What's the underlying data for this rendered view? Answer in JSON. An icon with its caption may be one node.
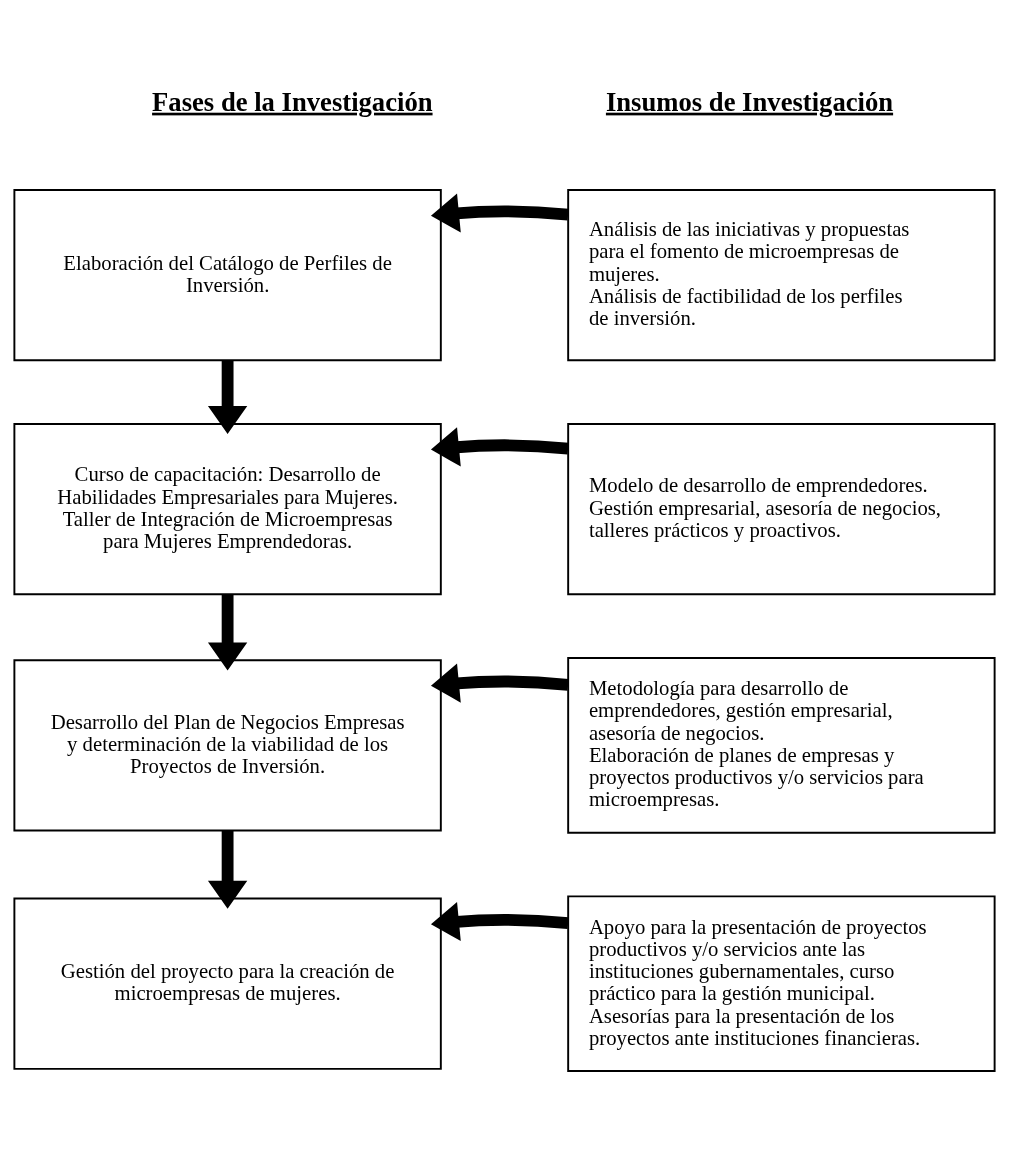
{
  "diagram": {
    "nodes": [
      {
        "text": [
          "Elaboración del Catálogo de Perfiles de Inversión."
        ]
      },
      {
        "text": [
          "Análisis de las iniciativas y propuestas para el fomento de microempresas de mujeres.",
          "Análisis de factibilidad de los perfiles de inversión."
        ]
      },
      {
        "text": [
          "Curso de capacitación: Desarrollo de Habilidades Empresariales para Mujeres.",
          "Taller de Integración de Microempresas para Mujeres Emprendedoras."
        ]
      },
      {
        "text": [
          "Modelo de desarrollo de emprendedores.",
          "Gestión empresarial, asesoría de negocios, talleres prácticos y proactivos."
        ]
      },
      {
        "text": [
          "Desarrollo del Plan de Negocios Empresas y determinación de la viabilidad de los Proyectos de Inversión."
        ]
      },
      {
        "text": [
          "Metodología para desarrollo de emprendedores, gestión empresarial, asesoría de negocios.",
          "Elaboración de planes de empresas y proyectos productivos y/o servicios para microempresas."
        ]
      },
      {
        "text": [
          "Gestión del proyecto para la creación de microempresas de mujeres."
        ]
      },
      {
        "text": [
          "Apoyo para la presentación de proyectos productivos y/o servicios ante las instituciones gubernamentales, curso práctico para la gestión municipal.",
          "Asesorías para la presentación de los proyectos ante instituciones financieras."
        ]
      }
    ],
    "edges": [
      {
        "from": 1,
        "to": 0,
        "arrow": "to"
      },
      {
        "from": 0,
        "to": 2,
        "arrow": "to"
      },
      {
        "from": 3,
        "to": 2,
        "arrow": "to"
      },
      {
        "from": 2,
        "to": 4,
        "arrow": "to"
      },
      {
        "from": 5,
        "to": 4,
        "arrow": "to"
      },
      {
        "from": 4,
        "to": 6,
        "arrow": "to"
      },
      {
        "from": 7,
        "to": 6,
        "arrow": "to"
      }
    ],
    "labels": [
      "Fases de la Investigación",
      "Insumos de Investigación"
    ]
  }
}
